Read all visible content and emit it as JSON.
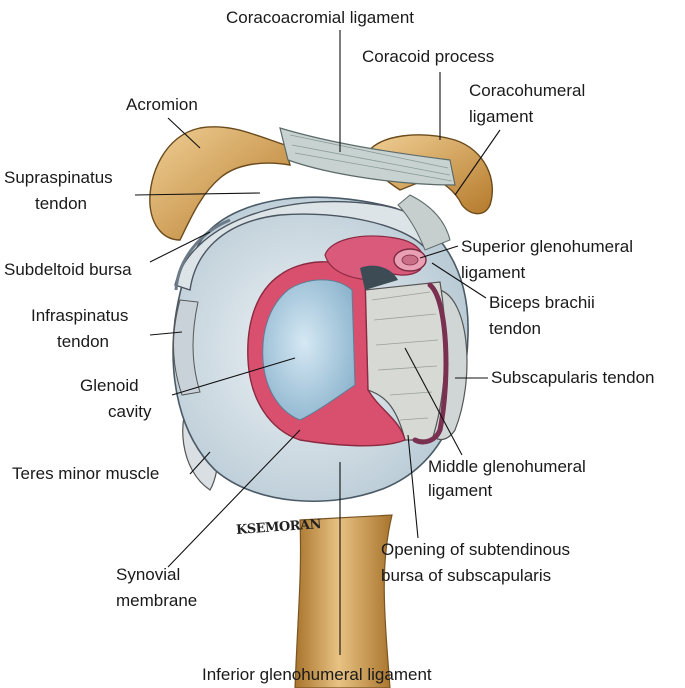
{
  "labels": {
    "coracoacromial_ligament": "Coracoacromial ligament",
    "coracoid_process": "Coracoid process",
    "coracohumeral_ligament_1": "Coracohumeral",
    "coracohumeral_ligament_2": "ligament",
    "acromion": "Acromion",
    "supraspinatus_tendon_1": "Supraspinatus",
    "supraspinatus_tendon_2": "tendon",
    "superior_glenohumeral_ligament_1": "Superior glenohumeral",
    "superior_glenohumeral_ligament_2": "ligament",
    "subdeltoid_bursa": "Subdeltoid bursa",
    "biceps_brachii_tendon_1": "Biceps brachii",
    "biceps_brachii_tendon_2": "tendon",
    "infraspinatus_tendon_1": "Infraspinatus",
    "infraspinatus_tendon_2": "tendon",
    "subscapularis_tendon": "Subscapularis tendon",
    "glenoid_cavity_1": "Glenoid",
    "glenoid_cavity_2": "cavity",
    "middle_glenohumeral_ligament_1": "Middle glenohumeral",
    "middle_glenohumeral_ligament_2": "ligament",
    "teres_minor_muscle": "Teres minor muscle",
    "opening_subtendinous_bursa_1": "Opening of subtendinous",
    "opening_subtendinous_bursa_2": "bursa of subscapularis",
    "synovial_membrane_1": "Synovial",
    "synovial_membrane_2": "membrane",
    "inferior_glenohumeral_ligament": "Inferior glenohumeral ligament",
    "signature": "KSEMORAN"
  },
  "colors": {
    "bone": "#e2b46a",
    "bone_dark": "#b9802f",
    "glenoid": "#b6d4e6",
    "labrum": "#d94f6e",
    "capsule": "#d8e4ec",
    "tendon": "#cfd6d4",
    "humerus": "#d9a85a",
    "leader": "#111111"
  }
}
